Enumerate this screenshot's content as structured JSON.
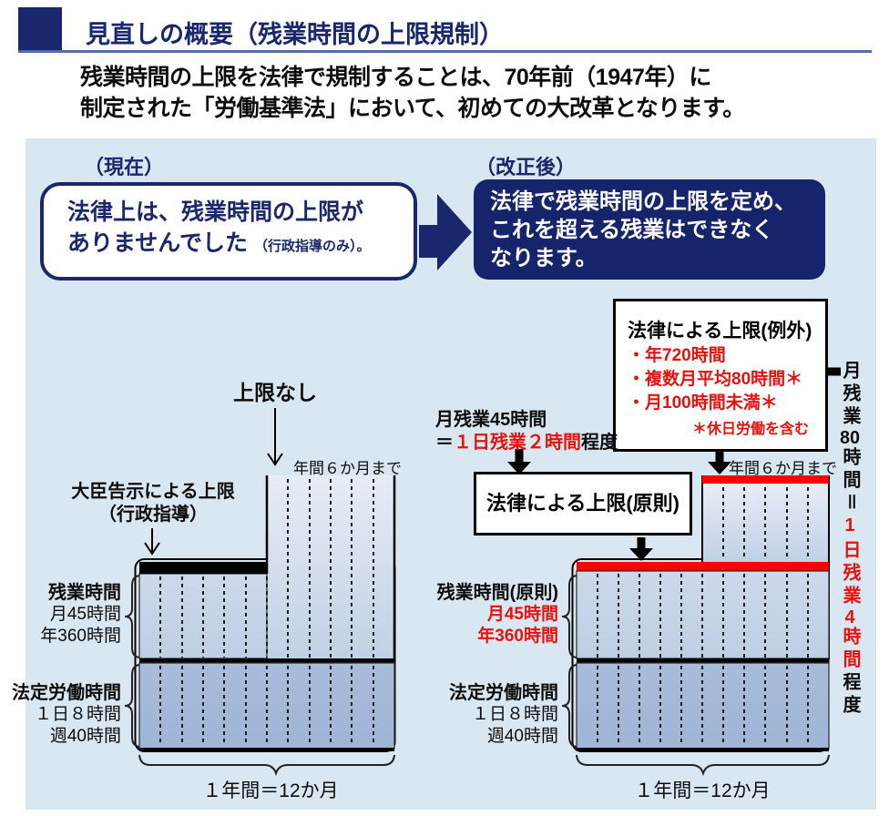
{
  "header": {
    "title": "見直しの概要（残業時間の上限規制）"
  },
  "intro": {
    "line1": "残業時間の上限を法律で規制することは、70年前（1947年）に",
    "line2": "制定された「労働基準法」において、初めての大改革となります。"
  },
  "before": {
    "label": "（現在）",
    "text_line1": "法律上は、残業時間の上限が",
    "text_line2": "ありませんでした",
    "text_note": "（行政指導のみ）。"
  },
  "after": {
    "label": "（改正後）",
    "line1": "法律で残業時間の上限を定め、",
    "line2": "これを超える残業はできなく",
    "line3": "なります。"
  },
  "left_diagram": {
    "no_limit_label": "上限なし",
    "six_months_label": "年間６か月まで",
    "minister_limit_line1": "大臣告示による上限",
    "minister_limit_line2": "（行政指導）",
    "overtime_label": "残業時間",
    "overtime_monthly": "月45時間",
    "overtime_yearly": "年360時間",
    "statutory_label": "法定労働時間",
    "statutory_daily": "１日８時間",
    "statutory_weekly": "週40時間",
    "year_label": "１年間＝12か月"
  },
  "right_diagram": {
    "exception_box": {
      "title": "法律による上限(例外)",
      "items": [
        "・年720時間",
        "・複数月平均80時間＊",
        "・月100時間未満＊"
      ],
      "note": "＊休日労働を含む"
    },
    "monthly45_line1": "月残業45時間",
    "monthly45_eq": "＝",
    "monthly45_red": "１日残業２時間",
    "monthly45_suffix": "程度",
    "principle_box_label": "法律による上限(原則)",
    "six_months_label": "年間６か月まで",
    "overtime_label": "残業時間(原則)",
    "overtime_monthly": "月45時間",
    "overtime_yearly": "年360時間",
    "statutory_label": "法定労働時間",
    "statutory_daily": "１日８時間",
    "statutory_weekly": "週40時間",
    "year_label": "１年間＝12か月",
    "side_label": {
      "black1": "月残業",
      "num80": "80",
      "black2": "時間",
      "eq": "＝",
      "red1": "1日残業",
      "num4": "4",
      "red2": "時間",
      "suffix": "程度"
    }
  },
  "colors": {
    "navy": "#1a276d",
    "navy_box": "#16246b",
    "panel_bg": "#d9e7f2",
    "red_text": "#e8120c",
    "red_cap": "#ff0000",
    "statutory_fill": "#a5bad9",
    "overtime_fill": "#c9d6e9"
  }
}
